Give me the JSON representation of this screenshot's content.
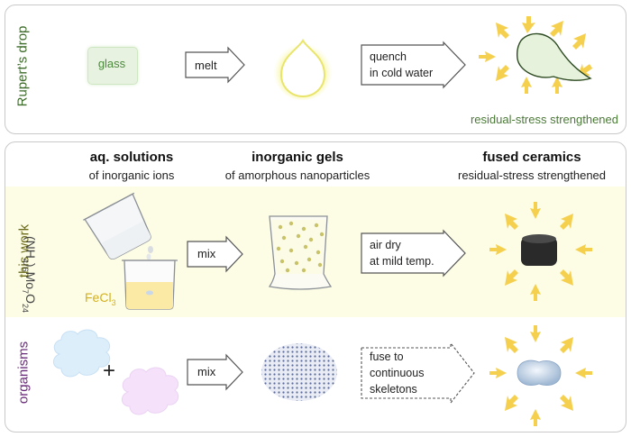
{
  "top_panel": {
    "side_label": "Rupert’s drop",
    "glass_label": "glass",
    "arrow1_label": "melt",
    "arrow2_line1": "quench",
    "arrow2_line2": "in cold water",
    "result_label": "residual-stress strengthened"
  },
  "columns": {
    "col1_title": "aq. solutions",
    "col1_sub": "of inorganic ions",
    "col2_title": "inorganic gels",
    "col2_sub": "of amorphous nanoparticles",
    "col3_title": "fused ceramics",
    "col3_sub": "residual-stress strengthened"
  },
  "this_work": {
    "side_label": "this work",
    "reagent1": "(NH4)6Mo7O24",
    "reagent2": "FeCl3",
    "arrow1_label": "mix",
    "arrow2_line1": "air dry",
    "arrow2_line2": "at mild temp."
  },
  "organisms": {
    "side_label": "organisms",
    "plus": "+",
    "arrow1_label": "mix",
    "arrow2_line1": "fuse to",
    "arrow2_line2": "continuous",
    "arrow2_line3": "skeletons"
  },
  "colors": {
    "rupert_label": "#3d6b2a",
    "this_work_label": "#6b6b1a",
    "organisms_label": "#6a2a7a",
    "highlight_band": "#fdfde6",
    "stress_arrow": "#f5cf4e",
    "fecl3": "#d4b01e"
  }
}
